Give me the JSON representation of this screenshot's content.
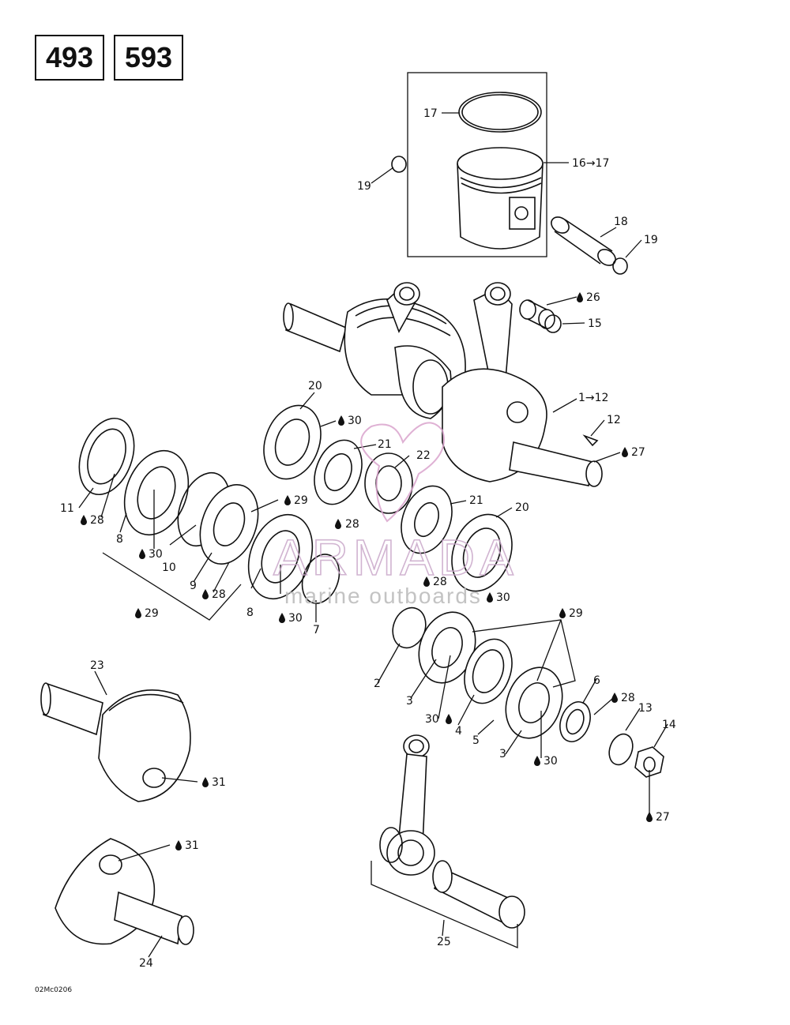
{
  "models": [
    "493",
    "593"
  ],
  "callouts": {
    "c1_12": "1→12",
    "c2": "2",
    "c3a": "3",
    "c3b": "3",
    "c4": "4",
    "c5": "5",
    "c6": "6",
    "c7": "7",
    "c8a": "8",
    "c8b": "8",
    "c9": "9",
    "c10": "10",
    "c11": "11",
    "c12": "12",
    "c13": "13",
    "c14": "14",
    "c15": "15",
    "c16_17": "16→17",
    "c17": "17",
    "c18": "18",
    "c19a": "19",
    "c19b": "19",
    "c20a": "20",
    "c20b": "20",
    "c21a": "21",
    "c21b": "21",
    "c22": "22",
    "c23": "23",
    "c24": "24",
    "c25": "25",
    "c26": "26",
    "c27a": "27",
    "c27b": "27",
    "c28a": "28",
    "c28b": "28",
    "c28c": "28",
    "c28d": "28",
    "c28e": "28",
    "c29a": "29",
    "c29b": "29",
    "c29c": "29",
    "c30a": "30",
    "c30b": "30",
    "c30c": "30",
    "c30d": "30",
    "c30e": "30",
    "c31a": "31",
    "c31b": "31"
  },
  "watermark": {
    "brand": "ARMADA",
    "tagline": "marine outboards"
  },
  "drawing_code": "02Mc0206",
  "icons": {
    "lubricant": "oil-drop-icon"
  }
}
